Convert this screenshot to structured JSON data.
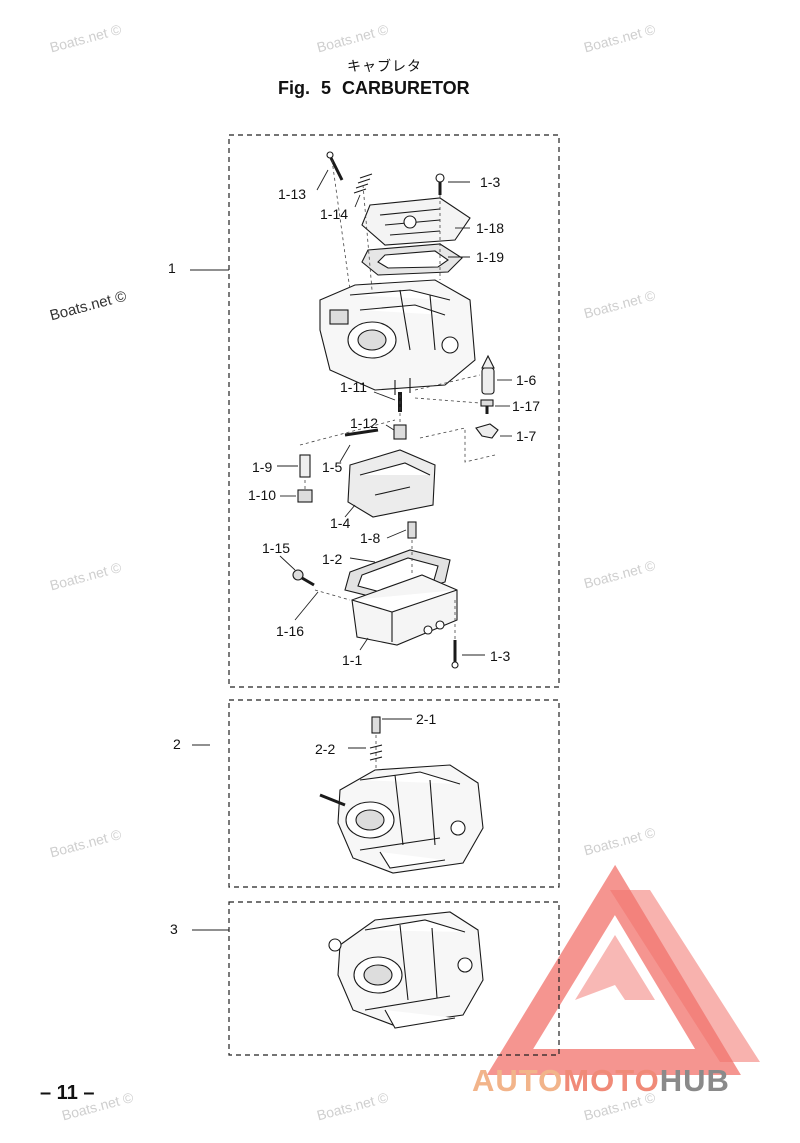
{
  "header": {
    "japanese_title": "キャブレタ",
    "figure_title": "Fig. 5  CARBURETOR"
  },
  "assemblies": {
    "a1": "1",
    "a2": "2",
    "a3": "3"
  },
  "parts": {
    "p1_13": "1-13",
    "p1_14": "1-14",
    "p1_3_top": "1-3",
    "p1_18": "1-18",
    "p1_19": "1-19",
    "p1_11": "1-11",
    "p1_12": "1-12",
    "p1_6": "1-6",
    "p1_17": "1-17",
    "p1_7": "1-7",
    "p1_9": "1-9",
    "p1_5": "1-5",
    "p1_10": "1-10",
    "p1_4": "1-4",
    "p1_8": "1-8",
    "p1_15": "1-15",
    "p1_2": "1-2",
    "p1_16": "1-16",
    "p1_1": "1-1",
    "p1_3_bottom": "1-3",
    "p2_1": "2-1",
    "p2_2": "2-2"
  },
  "watermark": "Boats.net ©",
  "page_number": "– 11 –",
  "logo": {
    "part1": "AUTO",
    "part2": "MOTO",
    "part3": "HUB",
    "color1": "#f2b48a",
    "color2": "#f08a78",
    "color3": "#8a8a8a",
    "triangle_color": "#ef5a52"
  }
}
